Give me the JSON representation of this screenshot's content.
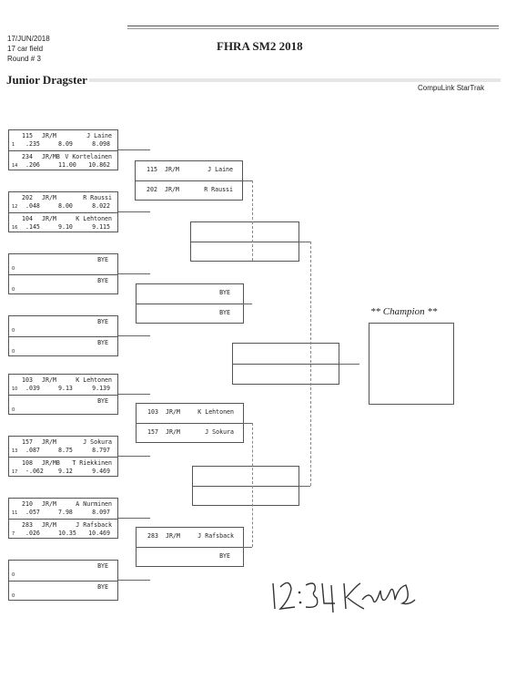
{
  "header": {
    "date": "17/JUN/2018",
    "field": "17 car field",
    "round": "Round # 3",
    "event_title": "FHRA SM2 2018",
    "class_name": "Junior Dragster",
    "software": "CompuLink StarTrak"
  },
  "round1": [
    {
      "top": {
        "lane": "1",
        "num": "115",
        "cls": "JR/M",
        "name": "J Laine",
        "rt": ".235",
        "sixty": "8.09",
        "et": "8.098"
      },
      "bot": {
        "lane": "14",
        "num": "234",
        "cls": "JR/MB",
        "name": "V Kortelainen",
        "rt": ".206",
        "sixty": "11.00",
        "et": "10.862"
      }
    },
    {
      "top": {
        "lane": "12",
        "num": "202",
        "cls": "JR/M",
        "name": "R Raussi",
        "rt": ".048",
        "sixty": "8.00",
        "et": "8.022"
      },
      "bot": {
        "lane": "16",
        "num": "104",
        "cls": "JR/M",
        "name": "K Lehtonen",
        "rt": ".145",
        "sixty": "9.10",
        "et": "9.115"
      }
    },
    {
      "top": {
        "lane": "0",
        "name": "BYE"
      },
      "bot": {
        "lane": "0",
        "name": "BYE"
      }
    },
    {
      "top": {
        "lane": "0",
        "name": "BYE"
      },
      "bot": {
        "lane": "0",
        "name": "BYE"
      }
    },
    {
      "top": {
        "lane": "10",
        "num": "103",
        "cls": "JR/M",
        "name": "K Lehtonen",
        "rt": ".039",
        "sixty": "9.13",
        "et": "9.139"
      },
      "bot": {
        "lane": "0",
        "name": "BYE"
      }
    },
    {
      "top": {
        "lane": "13",
        "num": "157",
        "cls": "JR/M",
        "name": "J Sokura",
        "rt": ".087",
        "sixty": "8.75",
        "et": "8.797"
      },
      "bot": {
        "lane": "17",
        "num": "108",
        "cls": "JR/MB",
        "name": "T Riekkinen",
        "rt": "-.062",
        "sixty": "9.12",
        "et": "9.469"
      }
    },
    {
      "top": {
        "lane": "11",
        "num": "210",
        "cls": "JR/M",
        "name": "A Nurminen",
        "rt": ".057",
        "sixty": "7.98",
        "et": "8.097"
      },
      "bot": {
        "lane": "7",
        "num": "283",
        "cls": "JR/M",
        "name": "J Rafsback",
        "rt": ".026",
        "sixty": "10.35",
        "et": "10.469"
      }
    },
    {
      "top": {
        "lane": "0",
        "name": "BYE"
      },
      "bot": {
        "lane": "0",
        "name": "BYE"
      }
    }
  ],
  "round2": [
    {
      "top": {
        "num": "115",
        "cls": "JR/M",
        "name": "J Laine"
      },
      "bot": {
        "num": "202",
        "cls": "JR/M",
        "name": "R Raussi"
      }
    },
    {
      "top": {
        "name": "BYE"
      },
      "bot": {
        "name": "BYE"
      }
    },
    {
      "top": {
        "num": "103",
        "cls": "JR/M",
        "name": "K Lehtonen"
      },
      "bot": {
        "num": "157",
        "cls": "JR/M",
        "name": "J Sokura"
      }
    },
    {
      "top": {
        "num": "283",
        "cls": "JR/M",
        "name": "J Rafsback"
      },
      "bot": {
        "name": "BYE"
      }
    }
  ],
  "champion_label": "** Champion **",
  "handwritten_note": "12:34 Kaj"
}
